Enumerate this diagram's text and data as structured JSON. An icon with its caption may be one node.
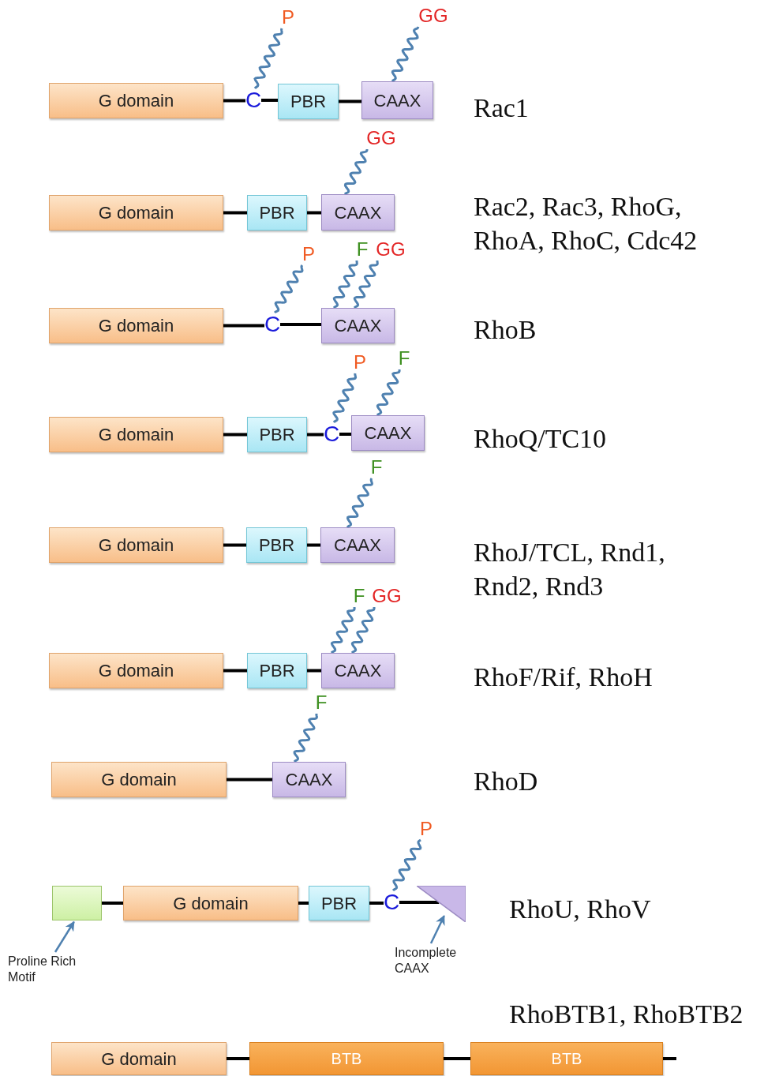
{
  "diagram": {
    "nodes": [
      {
        "text": [
          "G domain"
        ]
      },
      {
        "text": [
          "C"
        ]
      },
      {
        "text": [
          "PBR"
        ]
      },
      {
        "text": [
          "CAAX"
        ]
      },
      {
        "text": [
          "P"
        ]
      },
      {
        "text": [
          "GG"
        ]
      },
      {
        "text": [
          "G domain"
        ]
      },
      {
        "text": [
          "PBR"
        ]
      },
      {
        "text": [
          "CAAX"
        ]
      },
      {
        "text": [
          "GG"
        ]
      },
      {
        "text": [
          "G domain"
        ]
      },
      {
        "text": [
          "C"
        ]
      },
      {
        "text": [
          "CAAX"
        ]
      },
      {
        "text": [
          "P"
        ]
      },
      {
        "text": [
          "F"
        ]
      },
      {
        "text": [
          "GG"
        ]
      },
      {
        "text": [
          "G domain"
        ]
      },
      {
        "text": [
          "PBR"
        ]
      },
      {
        "text": [
          "C"
        ]
      },
      {
        "text": [
          "CAAX"
        ]
      },
      {
        "text": [
          "P"
        ]
      },
      {
        "text": [
          "F"
        ]
      },
      {
        "text": [
          "G domain"
        ]
      },
      {
        "text": [
          "PBR"
        ]
      },
      {
        "text": [
          "CAAX"
        ]
      },
      {
        "text": [
          "F"
        ]
      },
      {
        "text": [
          "G domain"
        ]
      },
      {
        "text": [
          "PBR"
        ]
      },
      {
        "text": [
          "CAAX"
        ]
      },
      {
        "text": [
          "F"
        ]
      },
      {
        "text": [
          "GG"
        ]
      },
      {
        "text": [
          "G domain"
        ]
      },
      {
        "text": [
          "CAAX"
        ]
      },
      {
        "text": [
          "F"
        ]
      },
      {
        "text": [],
        "shape": "box"
      },
      {
        "text": [
          "G domain"
        ]
      },
      {
        "text": [
          "PBR"
        ]
      },
      {
        "text": [
          "C"
        ]
      },
      {
        "text": [],
        "shape": "triangle"
      },
      {
        "text": [
          "P"
        ]
      },
      {
        "text": [
          "Proline Rich Motif"
        ]
      },
      {
        "text": [
          "Incomplete CAAX"
        ]
      },
      {
        "text": [
          "G domain"
        ]
      },
      {
        "text": [
          "BTB"
        ]
      },
      {
        "text": [
          "BTB"
        ]
      }
    ],
    "edges": [
      {
        "from": 0,
        "to": 1,
        "arrow": "none"
      },
      {
        "from": 1,
        "to": 2,
        "arrow": "none"
      },
      {
        "from": 2,
        "to": 3,
        "arrow": "none"
      },
      {
        "from": 1,
        "to": 4,
        "arrow": "none",
        "color": "#4f81b0"
      },
      {
        "from": 3,
        "to": 5,
        "arrow": "none",
        "color": "#4f81b0"
      },
      {
        "from": 6,
        "to": 7,
        "arrow": "none"
      },
      {
        "from": 7,
        "to": 8,
        "arrow": "none"
      },
      {
        "from": 8,
        "to": 9,
        "arrow": "none",
        "color": "#4f81b0"
      },
      {
        "from": 10,
        "to": 11,
        "arrow": "none"
      },
      {
        "from": 11,
        "to": 12,
        "arrow": "none"
      },
      {
        "from": 11,
        "to": 13,
        "arrow": "none",
        "color": "#4f81b0"
      },
      {
        "from": 12,
        "to": 14,
        "arrow": "none",
        "color": "#4f81b0"
      },
      {
        "from": 12,
        "to": 15,
        "arrow": "none",
        "color": "#4f81b0"
      },
      {
        "from": 16,
        "to": 17,
        "arrow": "none"
      },
      {
        "from": 17,
        "to": 18,
        "arrow": "none"
      },
      {
        "from": 18,
        "to": 19,
        "arrow": "none"
      },
      {
        "from": 18,
        "to": 20,
        "arrow": "none",
        "color": "#4f81b0"
      },
      {
        "from": 19,
        "to": 21,
        "arrow": "none",
        "color": "#4f81b0"
      },
      {
        "from": 22,
        "to": 23,
        "arrow": "none"
      },
      {
        "from": 23,
        "to": 24,
        "arrow": "none"
      },
      {
        "from": 24,
        "to": 25,
        "arrow": "none",
        "color": "#4f81b0"
      },
      {
        "from": 26,
        "to": 27,
        "arrow": "none"
      },
      {
        "from": 27,
        "to": 28,
        "arrow": "none"
      },
      {
        "from": 28,
        "to": 29,
        "arrow": "none",
        "color": "#4f81b0"
      },
      {
        "from": 28,
        "to": 30,
        "arrow": "none",
        "color": "#4f81b0"
      },
      {
        "from": 31,
        "to": 32,
        "arrow": "none"
      },
      {
        "from": 32,
        "to": 33,
        "arrow": "none",
        "color": "#4f81b0"
      },
      {
        "from": 34,
        "to": 35,
        "arrow": "none"
      },
      {
        "from": 35,
        "to": 36,
        "arrow": "none"
      },
      {
        "from": 36,
        "to": 37,
        "arrow": "none"
      },
      {
        "from": 37,
        "to": 38,
        "arrow": "none"
      },
      {
        "from": 37,
        "to": 39,
        "arrow": "none",
        "color": "#4f81b0"
      },
      {
        "from": 40,
        "to": 34,
        "arrow": "to",
        "color": "#4f81b0"
      },
      {
        "from": 41,
        "to": 38,
        "arrow": "to",
        "color": "#4f81b0"
      },
      {
        "from": 42,
        "to": 43,
        "arrow": "none"
      },
      {
        "from": 43,
        "to": 44,
        "arrow": "none"
      },
      {
        "from": 44,
        "to": null,
        "arrow": "none"
      }
    ],
    "labels": [
      "Rac1",
      "Rac2, Rac3, RhoG, RhoA, RhoC, Cdc42",
      "RhoB",
      "RhoQ/TC10",
      "RhoJ/TCL, Rnd1, Rnd2, Rnd3",
      "RhoF/Rif, RhoH",
      "RhoD",
      "RhoU, RhoV",
      "RhoBTB1, RhoBTB2"
    ]
  }
}
